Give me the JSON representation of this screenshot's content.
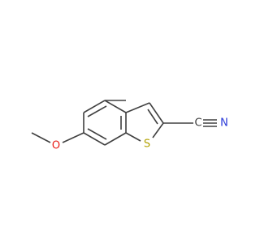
{
  "molecule": {
    "atom_labels": {
      "sulfur": "S",
      "carbon": "C",
      "nitrogen": "N",
      "oxygen": "O"
    },
    "colors": {
      "bond": "#404040",
      "sulfur": "#b2a100",
      "carbon": "#404040",
      "nitrogen": "#2b3bd8",
      "oxygen": "#e8201a"
    }
  }
}
